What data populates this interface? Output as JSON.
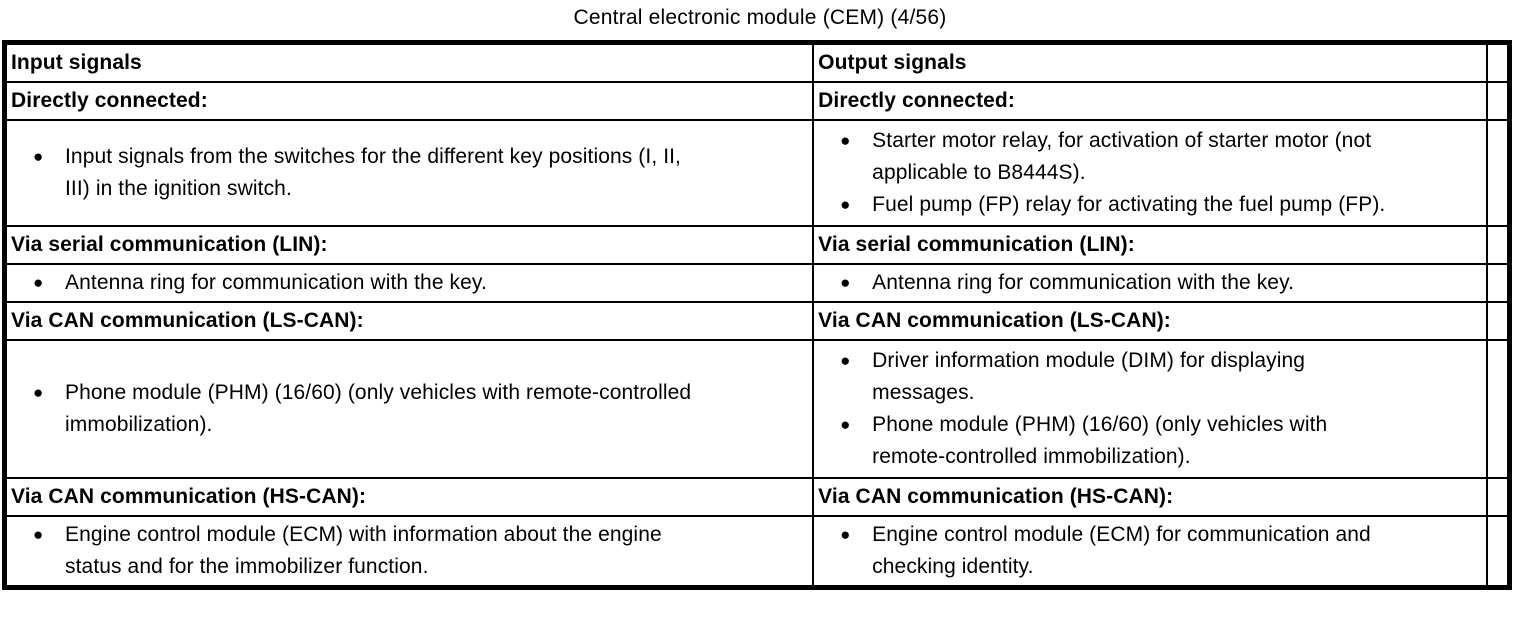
{
  "title": "Central electronic module (CEM) (4/56)",
  "colors": {
    "text": "#000000",
    "background": "#ffffff",
    "border": "#000000"
  },
  "table": {
    "columns": [
      {
        "header": "Input signals"
      },
      {
        "header": "Output signals"
      }
    ],
    "sections": [
      {
        "heading_left": "Directly connected:",
        "heading_right": "Directly connected:",
        "left_items": [
          "Input signals from the switches for the different key positions (I, II,\nIII) in the ignition switch."
        ],
        "right_items": [
          "Starter motor relay, for activation of starter motor (not\napplicable to B8444S).",
          "Fuel pump (FP) relay for activating the fuel pump (FP)."
        ]
      },
      {
        "heading_left": "Via serial communication (LIN):",
        "heading_right": "Via serial communication (LIN):",
        "left_items": [
          "Antenna ring for communication with the key."
        ],
        "right_items": [
          "Antenna ring for communication with the key."
        ]
      },
      {
        "heading_left": "Via CAN communication (LS-CAN):",
        "heading_right": "Via CAN communication (LS-CAN):",
        "left_items": [
          "Phone module (PHM) (16/60) (only vehicles with remote-controlled\nimmobilization)."
        ],
        "right_items": [
          "Driver information module (DIM) for displaying\nmessages.",
          "Phone module (PHM) (16/60) (only vehicles with\nremote-controlled immobilization)."
        ]
      },
      {
        "heading_left": "Via CAN communication (HS-CAN):",
        "heading_right": "Via CAN communication (HS-CAN):",
        "left_items": [
          "Engine control module (ECM) with information about the engine\nstatus and for the immobilizer function."
        ],
        "right_items": [
          "Engine control module (ECM) for communication and\nchecking identity."
        ]
      }
    ]
  }
}
